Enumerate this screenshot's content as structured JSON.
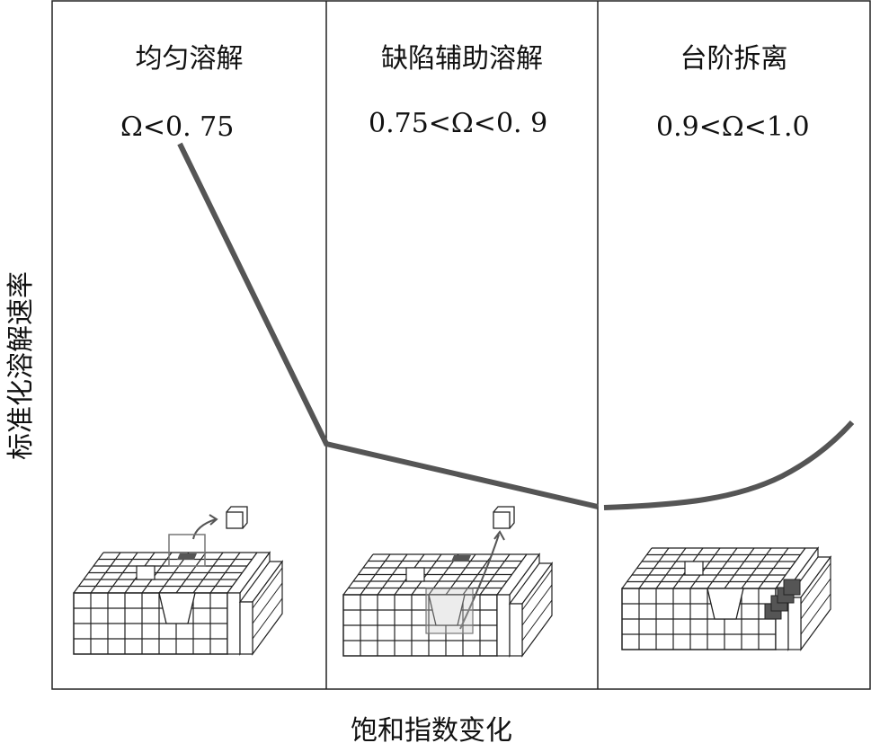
{
  "y_axis_label": "标准化溶解速率",
  "x_axis_label": "饱和指数变化",
  "regions": [
    {
      "title": "均匀溶解",
      "condition": "Ω<0. 75"
    },
    {
      "title": "缺陷辅助溶解",
      "condition": "0.75<Ω<0. 9"
    },
    {
      "title": "台阶拆离",
      "condition": "0.9<Ω<1.0"
    }
  ],
  "colors": {
    "curve": "#555555",
    "dark_cell": "#555555",
    "frame": "#222222"
  }
}
